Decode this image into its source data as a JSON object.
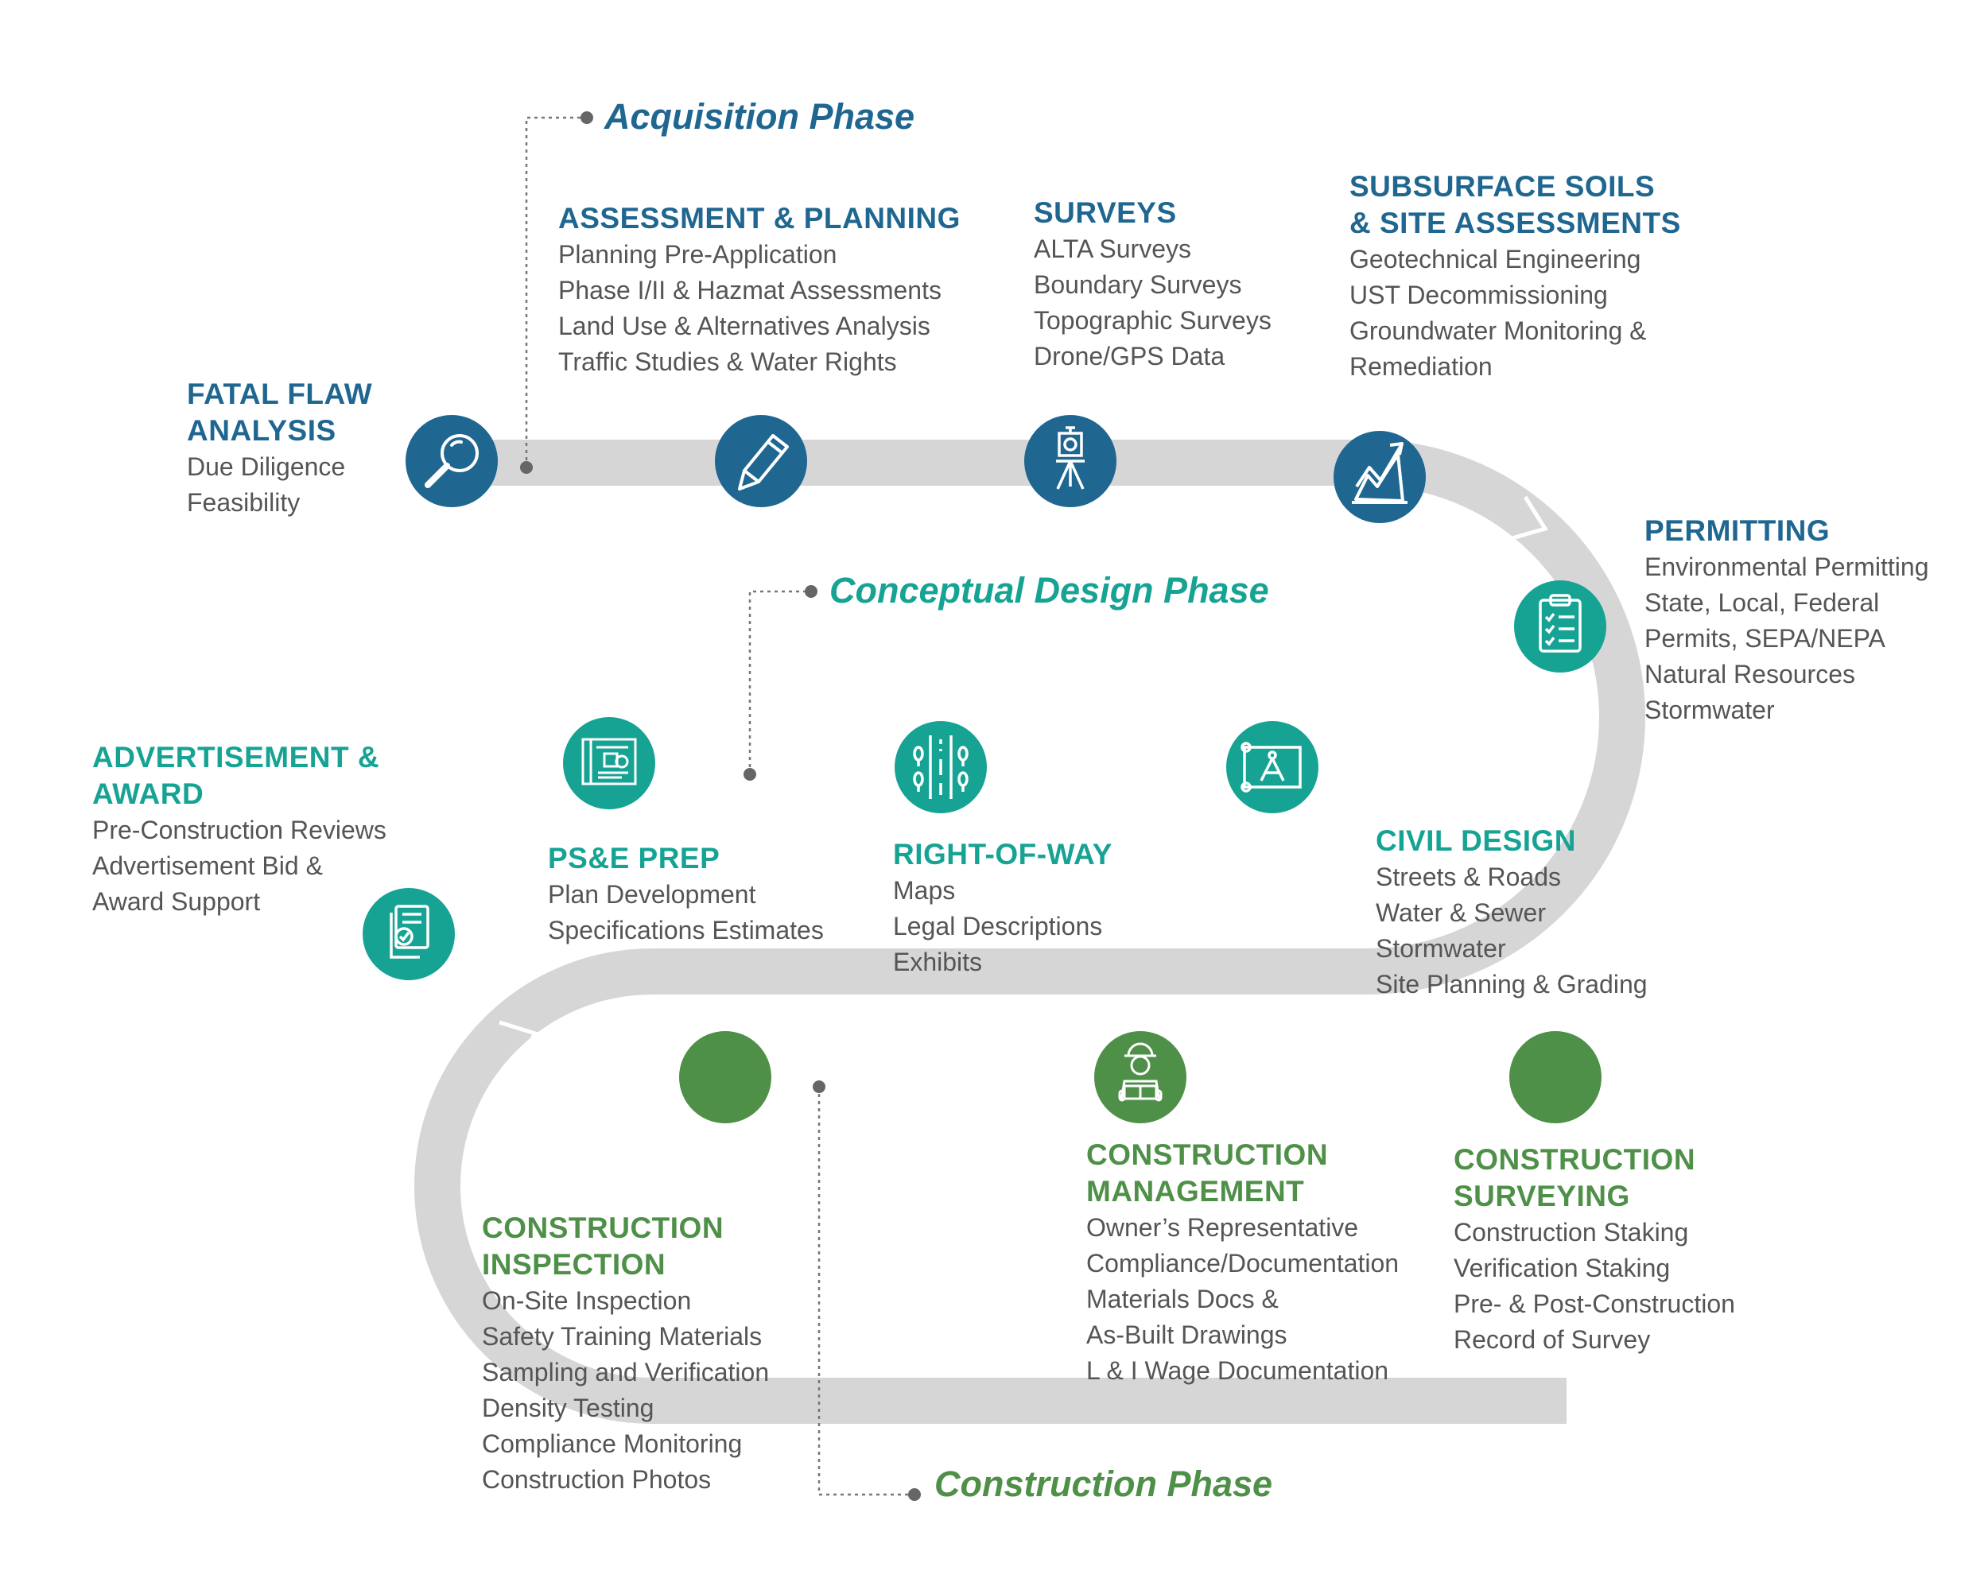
{
  "colors": {
    "road": "#d6d6d6",
    "acquisition": "#1f6690",
    "conceptual": "#16a394",
    "construction": "#4f9048",
    "body_text": "#555555",
    "leader": "#666666"
  },
  "phases": {
    "acquisition": "Acquisition Phase",
    "conceptual": "Conceptual Design Phase",
    "construction": "Construction Phase"
  },
  "stages": {
    "fatal_flaw": {
      "title": [
        "FATAL FLAW",
        "ANALYSIS"
      ],
      "items": [
        "Due Diligence",
        "Feasibility"
      ],
      "icon": "magnifier-icon"
    },
    "assessment": {
      "title": [
        "ASSESSMENT & PLANNING"
      ],
      "items": [
        "Planning Pre-Application",
        "Phase I/II & Hazmat Assessments",
        "Land Use & Alternatives Analysis",
        "Traffic Studies & Water Rights"
      ],
      "icon": "pencil-icon"
    },
    "surveys": {
      "title": [
        "SURVEYS"
      ],
      "items": [
        "ALTA Surveys",
        "Boundary Surveys",
        "Topographic Surveys",
        "Drone/GPS Data"
      ],
      "icon": "survey-tripod-icon"
    },
    "subsurface": {
      "title": [
        "SUBSURFACE SOILS",
        "& SITE ASSESSMENTS"
      ],
      "items": [
        "Geotechnical Engineering",
        "UST Decommissioning",
        "Groundwater Monitoring &",
        "Remediation"
      ],
      "icon": "terrain-chart-icon"
    },
    "permitting": {
      "title": [
        "PERMITTING"
      ],
      "items": [
        "Environmental Permitting",
        "State, Local, Federal",
        "Permits, SEPA/NEPA",
        "Natural Resources",
        "Stormwater"
      ],
      "icon": "clipboard-checklist-icon"
    },
    "civil_design": {
      "title": [
        "CIVIL DESIGN"
      ],
      "items": [
        "Streets & Roads",
        "Water & Sewer",
        "Stormwater",
        "Site Planning & Grading"
      ],
      "icon": "drafting-compass-icon"
    },
    "right_of_way": {
      "title": [
        "RIGHT-OF-WAY"
      ],
      "items": [
        "Maps",
        "Legal Descriptions",
        "Exhibits"
      ],
      "icon": "road-trees-icon"
    },
    "pse_prep": {
      "title": [
        "PS&E PREP"
      ],
      "items": [
        "Plan Development",
        "Specifications Estimates"
      ],
      "icon": "blueprint-icon"
    },
    "advertisement": {
      "title": [
        "ADVERTISEMENT &",
        "AWARD"
      ],
      "items": [
        "Pre-Construction Reviews",
        "Advertisement Bid &",
        "Award Support"
      ],
      "icon": "document-check-icon"
    },
    "inspection": {
      "title": [
        "CONSTRUCTION",
        "INSPECTION"
      ],
      "items": [
        "On-Site Inspection",
        "Safety Training Materials",
        "Sampling and Verification",
        "Density Testing",
        "Compliance Monitoring",
        "Construction Photos"
      ],
      "icon": "blank-circle"
    },
    "management": {
      "title": [
        "CONSTRUCTION",
        "MANAGEMENT"
      ],
      "items": [
        "Owner’s Representative",
        "Compliance/Documentation",
        "Materials Docs &",
        "As-Built Drawings",
        "L & I Wage Documentation"
      ],
      "icon": "engineer-blueprint-icon"
    },
    "surveying": {
      "title": [
        "CONSTRUCTION",
        "SURVEYING"
      ],
      "items": [
        "Construction Staking",
        "Verification Staking",
        "Pre- & Post-Construction",
        "Record of Survey"
      ],
      "icon": "blank-circle"
    }
  }
}
